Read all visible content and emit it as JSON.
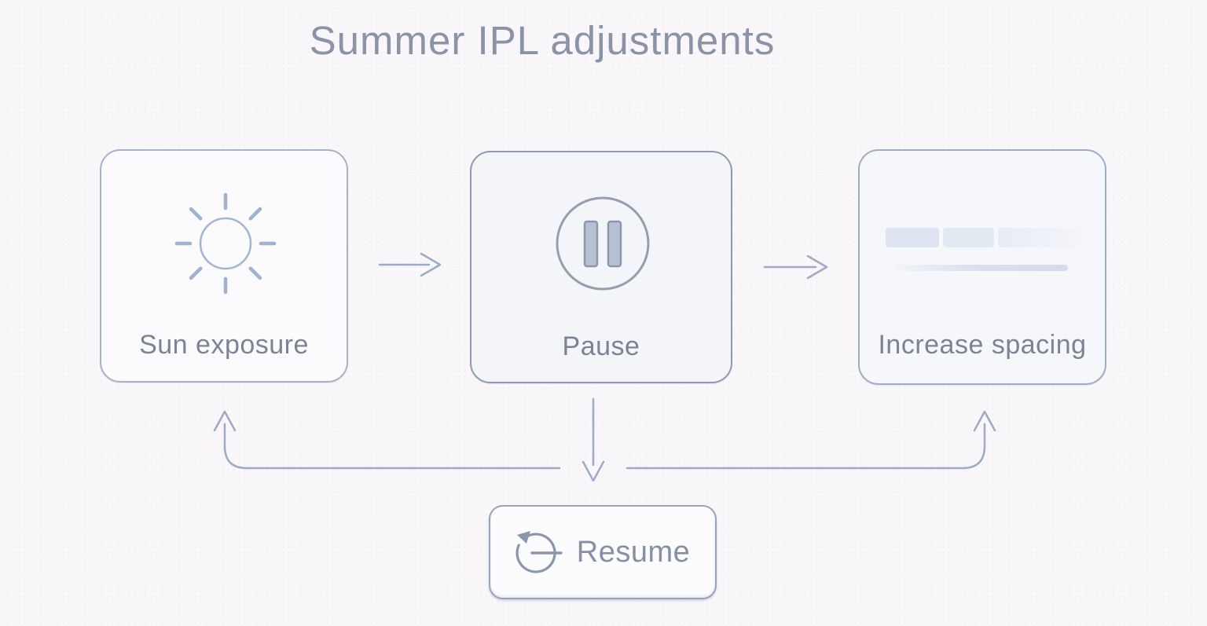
{
  "title": "Summer IPL adjustments",
  "nodes": [
    {
      "id": "sun-exposure",
      "label": "Sun exposure",
      "icon": "sun-icon"
    },
    {
      "id": "pause",
      "label": "Pause",
      "icon": "pause-icon"
    },
    {
      "id": "increase-spacing",
      "label": "Increase spacing",
      "icon": "spacing-blocks-icon"
    }
  ],
  "resume_button": {
    "label": "Resume",
    "icon": "restart-icon"
  },
  "connections": [
    {
      "from": "sun-exposure",
      "to": "pause",
      "style": "straight-arrow-right"
    },
    {
      "from": "pause",
      "to": "increase-spacing",
      "style": "straight-arrow-right"
    },
    {
      "from": "pause",
      "to": "resume",
      "style": "straight-arrow-down"
    },
    {
      "from": "resume",
      "to": "sun-exposure",
      "style": "elbow-arrow-up"
    },
    {
      "from": "resume",
      "to": "increase-spacing",
      "style": "elbow-arrow-up"
    }
  ],
  "colors": {
    "background": "#faf7fa",
    "card_background": "#fbfbfd",
    "card_border": "#a6b2c7",
    "pause_card_border": "#8e9bb0",
    "title_text": "#8b93a6",
    "label_text": "#7b8494",
    "arrow": "#9dabc4",
    "sun_icon_stroke": "#a6b6d1",
    "pause_circle_stroke": "#959eae",
    "pause_bar_fill": "#b6c1d4",
    "pause_bar_border": "#8c96a9",
    "placeholder_block": "#dbe2f0",
    "resume_border": "#97a3b8",
    "resume_text": "#8590a6"
  }
}
